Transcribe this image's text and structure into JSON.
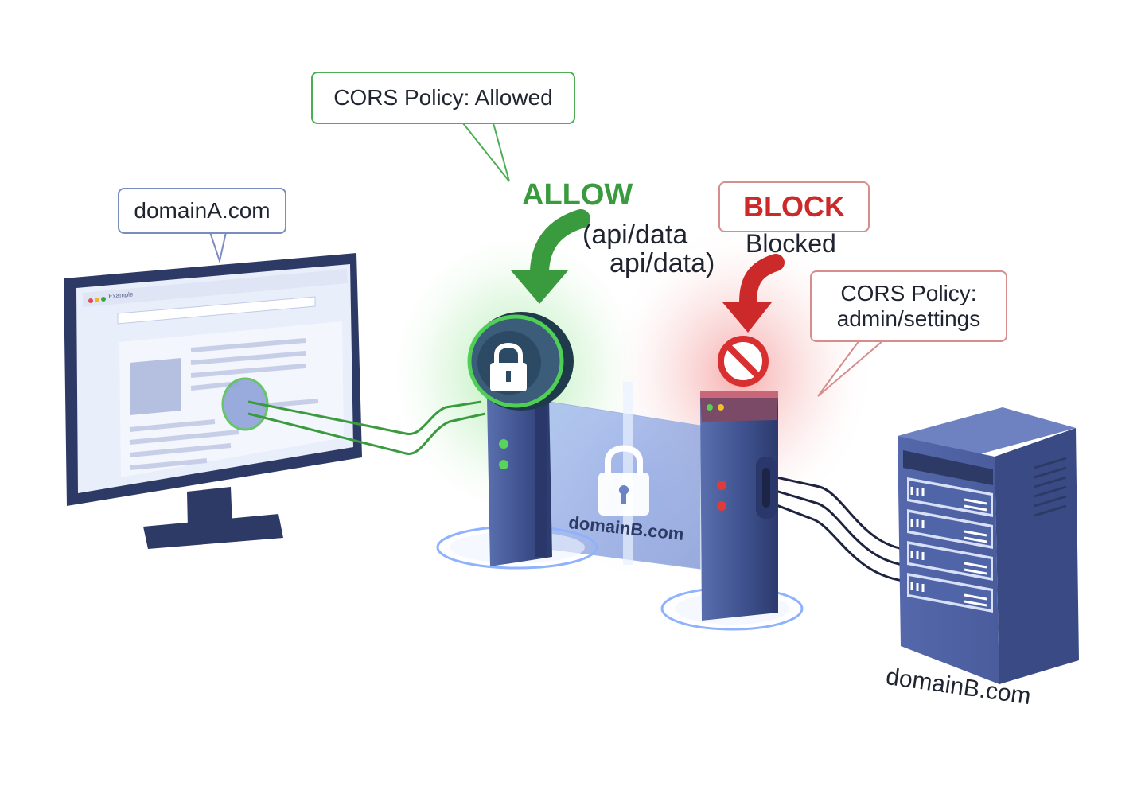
{
  "client": {
    "domain_label": "domainA.com",
    "browser_tab_title": "Example"
  },
  "allow": {
    "callout": "CORS Policy: Allowed",
    "word": "ALLOW",
    "path_line1": "(api/data",
    "path_line2": "api/data)"
  },
  "block": {
    "word": "BLOCK",
    "status": "Blocked",
    "callout_line1": "CORS Policy:",
    "callout_line2": "admin/settings"
  },
  "gateway": {
    "domain_label": "domainB.com"
  },
  "server": {
    "domain_label": "domainB.com"
  },
  "colors": {
    "allow_green": "#3a9a3e",
    "block_red": "#cc2a2a",
    "navy": "#2d3a66",
    "server_blue": "#4f63a8"
  },
  "icons": [
    "monitor-icon",
    "browser-window",
    "padlock-icon",
    "no-entry-icon",
    "server-rack-icon",
    "arrow-down-icon"
  ]
}
